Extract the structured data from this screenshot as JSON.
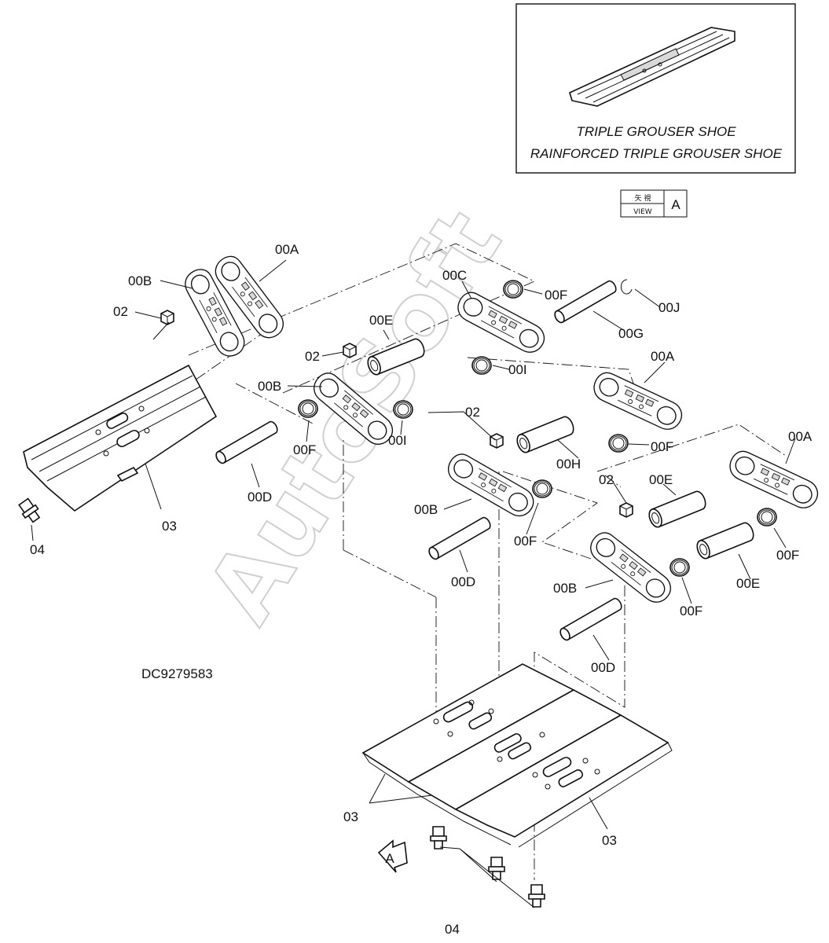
{
  "diagram_code": "DC9279583",
  "watermark": "AutoSoft",
  "inset": {
    "line1": "TRIPLE GROUSER SHOE",
    "line2": "RAINFORCED TRIPLE GROUSER SHOE"
  },
  "view_tag": {
    "top": "矢 視",
    "bottom": "VIEW",
    "letter": "A"
  },
  "view_arrow_letter": "A",
  "labels": {
    "l_00A_1": "00A",
    "l_00B_1": "00B",
    "l_02_1": "02",
    "l_03_1": "03",
    "l_04_1": "04",
    "l_00D_1": "00D",
    "l_00F_1": "00F",
    "l_00E_1": "00E",
    "l_02_2": "02",
    "l_00B_2": "00B",
    "l_00I_1": "00I",
    "l_00C_1": "00C",
    "l_00F_2": "00F",
    "l_00J_1": "00J",
    "l_00G_1": "00G",
    "l_00I_2": "00I",
    "l_00A_2": "00A",
    "l_00F_3": "00F",
    "l_02_3": "02",
    "l_00H_1": "00H",
    "l_00B_3": "00B",
    "l_00F_4": "00F",
    "l_00D_2": "00D",
    "l_02_4": "02",
    "l_00E_2": "00E",
    "l_00A_3": "00A",
    "l_00F_5": "00F",
    "l_00B_4": "00B",
    "l_00E_3": "00E",
    "l_00F_6": "00F",
    "l_00D_3": "00D",
    "l_03_2": "03",
    "l_03_3": "03",
    "l_04_2": "04"
  }
}
